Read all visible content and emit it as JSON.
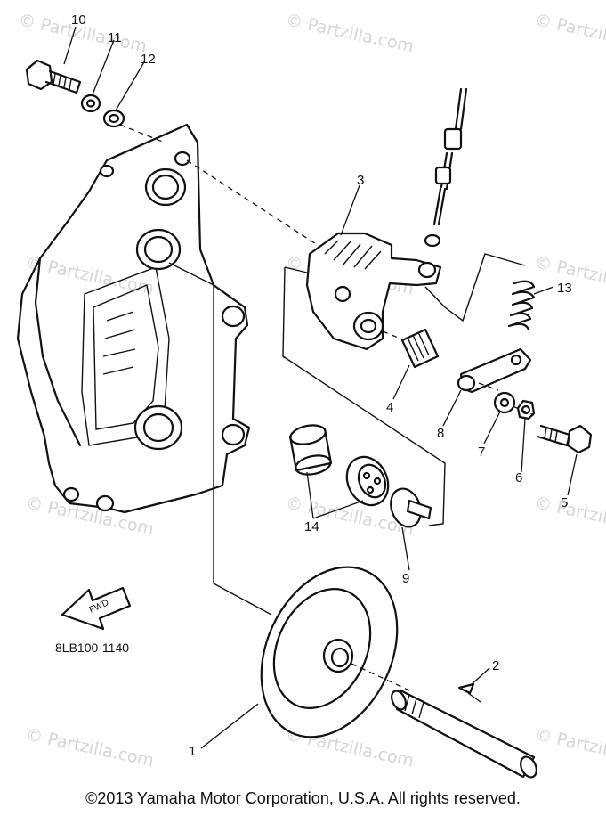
{
  "watermark": "© Partzilla.com",
  "part_code": "8LB100-1140",
  "fwd_label": "FWD",
  "copyright": "©2013  Yamaha Motor Corporation, U.S.A. All rights reserved.",
  "callouts": {
    "p1": "1",
    "p2": "2",
    "p3": "3",
    "p4": "4",
    "p5": "5",
    "p6": "6",
    "p7": "7",
    "p8": "8",
    "p9": "9",
    "p10": "10",
    "p11": "11",
    "p12": "12",
    "p13": "13",
    "p14": "14"
  }
}
